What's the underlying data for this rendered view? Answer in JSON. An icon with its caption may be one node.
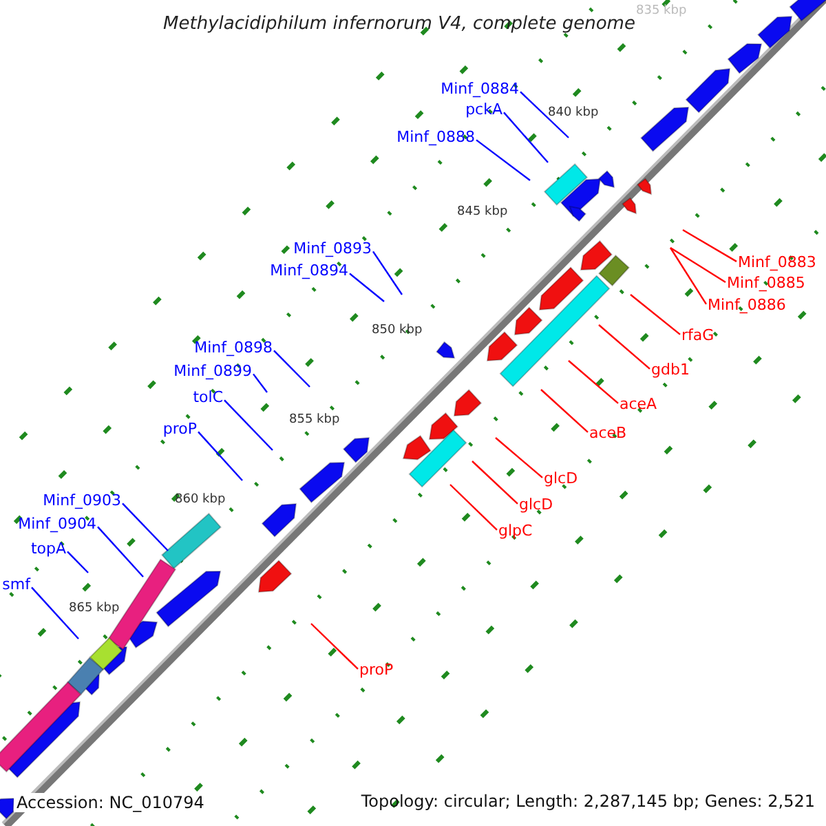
{
  "diagram": {
    "title": "Methylacidiphilum infernorum V4, complete genome",
    "nodes": [
      {
        "text": [
          "Minf_0884"
        ]
      },
      {
        "text": [
          "pckA"
        ]
      },
      {
        "text": [
          "Minf_0888"
        ]
      },
      {
        "text": [
          "Minf_0893"
        ]
      },
      {
        "text": [
          "Minf_0894"
        ]
      },
      {
        "text": [
          "Minf_0898"
        ]
      },
      {
        "text": [
          "Minf_0899"
        ]
      },
      {
        "text": [
          "tolC"
        ]
      },
      {
        "text": [
          "proP"
        ]
      },
      {
        "text": [
          "Minf_0903"
        ]
      },
      {
        "text": [
          "Minf_0904"
        ]
      },
      {
        "text": [
          "topA"
        ]
      },
      {
        "text": [
          "smf"
        ]
      },
      {
        "text": [
          "Minf_0883"
        ]
      },
      {
        "text": [
          "Minf_0885"
        ]
      },
      {
        "text": [
          "Minf_0886"
        ]
      },
      {
        "text": [
          "rfaG"
        ]
      },
      {
        "text": [
          "gdb1"
        ]
      },
      {
        "text": [
          "aceA"
        ]
      },
      {
        "text": [
          "aceB"
        ]
      },
      {
        "text": [
          "glcD"
        ]
      },
      {
        "text": [
          "glcD"
        ]
      },
      {
        "text": [
          "glpC"
        ]
      },
      {
        "text": [
          "proP"
        ]
      }
    ],
    "edges": [
      {
        "from": 0,
        "to": null,
        "arrow": "none"
      },
      {
        "from": 1,
        "to": null,
        "arrow": "none"
      },
      {
        "from": 2,
        "to": null,
        "arrow": "none"
      },
      {
        "from": 3,
        "to": null,
        "arrow": "none"
      },
      {
        "from": 4,
        "to": null,
        "arrow": "none"
      },
      {
        "from": 5,
        "to": null,
        "arrow": "none"
      },
      {
        "from": 6,
        "to": null,
        "arrow": "none"
      },
      {
        "from": 7,
        "to": null,
        "arrow": "none"
      },
      {
        "from": 8,
        "to": null,
        "arrow": "none"
      },
      {
        "from": 9,
        "to": null,
        "arrow": "none"
      },
      {
        "from": 10,
        "to": null,
        "arrow": "none"
      },
      {
        "from": 11,
        "to": null,
        "arrow": "none"
      },
      {
        "from": 12,
        "to": null,
        "arrow": "none"
      },
      {
        "from": 13,
        "to": null,
        "arrow": "none",
        "color": "#ff0000"
      },
      {
        "from": 14,
        "to": null,
        "arrow": "none",
        "color": "#ff0000"
      },
      {
        "from": 15,
        "to": null,
        "arrow": "none",
        "color": "#ff0000"
      },
      {
        "from": 16,
        "to": null,
        "arrow": "none",
        "color": "#ff0000"
      },
      {
        "from": 17,
        "to": null,
        "arrow": "none",
        "color": "#ff0000"
      },
      {
        "from": 18,
        "to": null,
        "arrow": "none",
        "color": "#ff0000"
      },
      {
        "from": 19,
        "to": null,
        "arrow": "none",
        "color": "#ff0000"
      },
      {
        "from": 20,
        "to": null,
        "arrow": "none",
        "color": "#ff0000"
      },
      {
        "from": 21,
        "to": null,
        "arrow": "none",
        "color": "#ff0000"
      },
      {
        "from": 22,
        "to": null,
        "arrow": "none",
        "color": "#ff0000"
      },
      {
        "from": 23,
        "to": null,
        "arrow": "none",
        "color": "#ff0000"
      }
    ],
    "labels": [
      "835 kbp",
      "840 kbp",
      "845 kbp",
      "850 kbp",
      "855 kbp",
      "860 kbp",
      "865 kbp",
      "Accession: NC_010794",
      "Topology: circular; Length: 2,287,145 bp; Genes: 2,521"
    ]
  }
}
